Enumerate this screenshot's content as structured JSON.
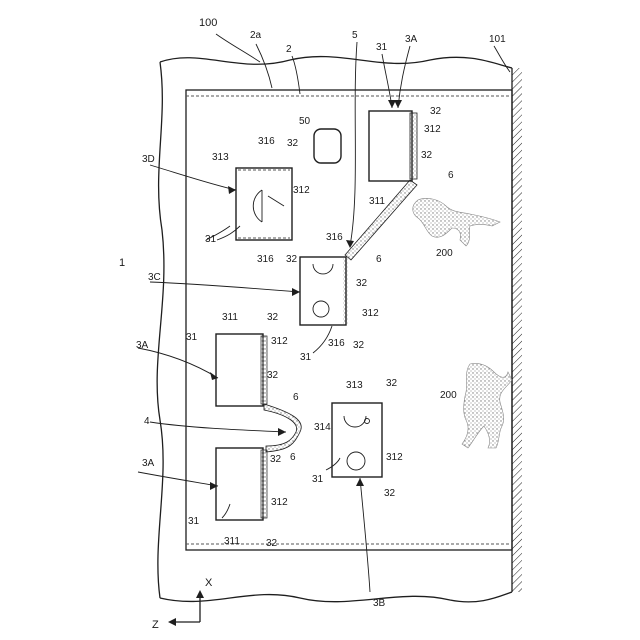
{
  "labels": {
    "ref_100": "100",
    "ref_2a": "2a",
    "ref_2": "2",
    "ref_5": "5",
    "ref_31_top": "31",
    "ref_3A_top": "3A",
    "ref_101": "101",
    "ref_32_a": "32",
    "ref_312_a": "312",
    "ref_32_a2": "32",
    "ref_6_a": "6",
    "ref_311_a": "311",
    "ref_50": "50",
    "ref_3D": "3D",
    "ref_316_d1": "316",
    "ref_32_d1": "32",
    "ref_313_d": "313",
    "ref_312_d": "312",
    "ref_31_d": "31",
    "ref_316_d2": "316",
    "ref_32_d2": "32",
    "ref_1": "1",
    "ref_316_c1": "316",
    "ref_6_c": "6",
    "ref_32_c1": "32",
    "ref_3C": "3C",
    "ref_312_c": "312",
    "ref_316_c2": "316",
    "ref_32_c2": "32",
    "ref_31_c": "31",
    "ref_200_a": "200",
    "ref_311_b": "311",
    "ref_32_b1": "32",
    "ref_31_b": "31",
    "ref_3A_b": "3A",
    "ref_312_b": "312",
    "ref_32_b2": "32",
    "ref_6_b": "6",
    "ref_4": "4",
    "ref_313_e": "313",
    "ref_32_e1": "32",
    "ref_314_e": "314",
    "ref_200_b": "200",
    "ref_3A_c": "3A",
    "ref_32_f1": "32",
    "ref_6_f": "6",
    "ref_31_e": "31",
    "ref_312_e": "312",
    "ref_32_e2": "32",
    "ref_312_f": "312",
    "ref_31_f": "31",
    "ref_311_f": "311",
    "ref_32_f2": "32",
    "ref_3B": "3B",
    "axis_x": "X",
    "axis_z": "Z"
  },
  "colors": {
    "ink": "#1e1e1e",
    "stipple": "#7a7a7a",
    "background": "#ffffff"
  }
}
